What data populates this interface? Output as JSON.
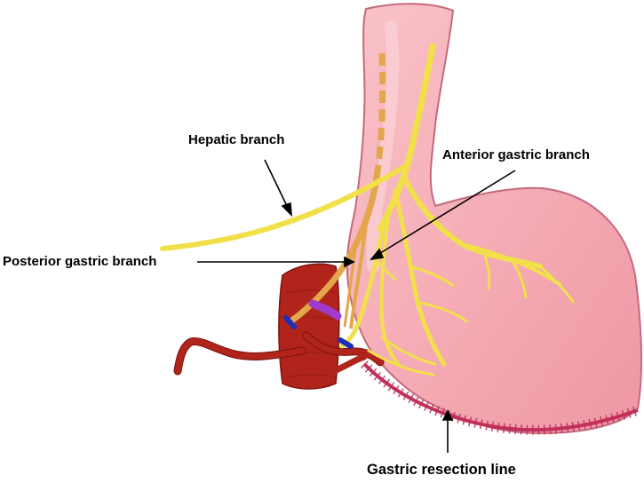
{
  "labels": {
    "hepatic": "Hepatic branch",
    "anterior": "Anterior gastric  branch",
    "posterior": "Posterior gastric  branch",
    "resection": "Gastric resection line"
  },
  "colors": {
    "stomach_fill": "#f4a9b3",
    "stomach_outline": "#c46a7c",
    "nerve": "#f2e04a",
    "posterior_nerve": "#e3a64a",
    "artery": "#b0241c",
    "resection_line": "#c0305a",
    "clip_blue": "#1c2fb8",
    "clip_purple": "#a23ad0"
  }
}
